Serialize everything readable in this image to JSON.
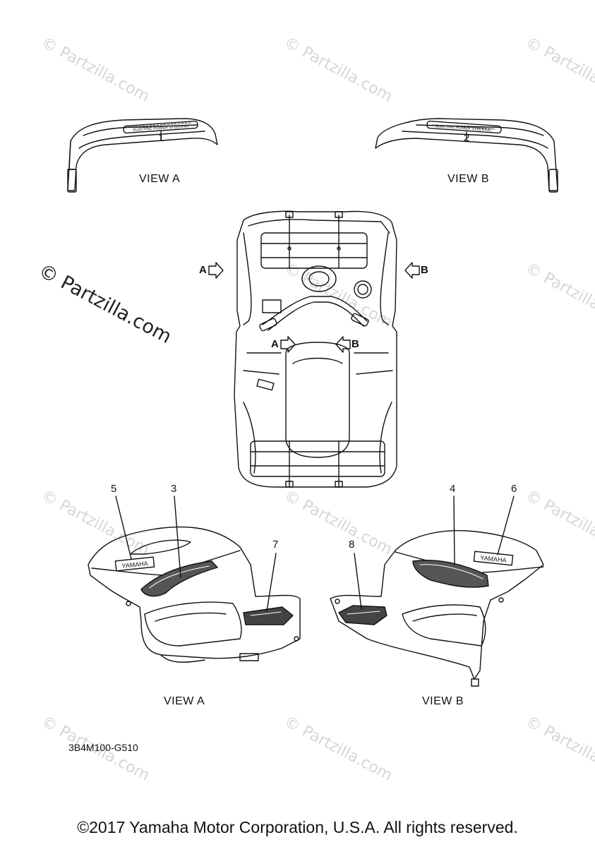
{
  "watermark": {
    "text": "© Partzilla.com",
    "main_text": "© Partzilla.com"
  },
  "views": {
    "top_left": "VIEW A",
    "top_right": "VIEW B",
    "bottom_left": "VIEW A",
    "bottom_right": "VIEW B"
  },
  "arrows": {
    "outer_a": "A",
    "outer_b": "B",
    "inner_a": "A",
    "inner_b": "B"
  },
  "callouts": [
    "1",
    "2",
    "3",
    "4",
    "5",
    "6",
    "7",
    "8"
  ],
  "decals": {
    "fender_text": "ELECTRIC POWER STEERING",
    "brand": "YAMAHA"
  },
  "diagram_code": "3B4M100-G510",
  "footer": "©2017 Yamaha Motor Corporation, U.S.A. All rights reserved."
}
